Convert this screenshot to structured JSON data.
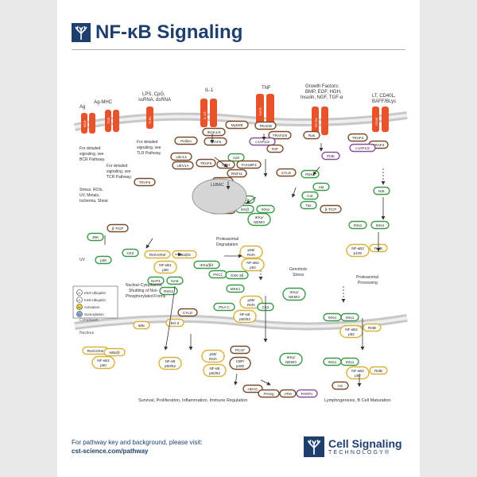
{
  "title": "NF-κB Signaling",
  "footer": {
    "note": "For pathway key and background, please visit:",
    "url": "cst-science.com/pathway"
  },
  "logo": {
    "line1": "Cell Signaling",
    "line2": "TECHNOLOGY®"
  },
  "colors": {
    "brand": "#1e3f6e",
    "receptor": "#e8532b",
    "green": "#3a9a48",
    "brown": "#7a4b2b",
    "purple": "#8c4f9c",
    "yellow": "#d9b23a",
    "blue": "#3f7dc0",
    "membrane": "#c8c8c8"
  },
  "ligands": {
    "ag": "Ag",
    "ag_mhc": "Ag-MHC",
    "lps": "LPS, CpG,",
    "lps2": "ssRNA, dsRNA",
    "il1": "IL-1",
    "tnf": "TNF",
    "growth1": "Growth Factors:",
    "growth2": "BMP, EGF, HGH,",
    "growth3": "Insulin, NGF, TGF-α",
    "lt1": "LT, CD40L,",
    "lt2": "BAFF/BLys",
    "stress1": "Stress: ROIs,",
    "stress2": "UV, Metals,",
    "stress3": "Ischemia, Shear",
    "uv": "UV"
  },
  "notes": {
    "bcr1": "For detailed",
    "bcr2": "signaling, see",
    "bcr3": "BCR Pathway.",
    "tlr1": "For detailed",
    "tlr2": "signaling, see",
    "tlr3": "TLR Pathway.",
    "tcr1": "For detailed",
    "tcr2": "signaling, see",
    "tcr3": "TCR Pathway.",
    "shuttle1": "Nuclear-Cytoplasmic",
    "shuttle2": "Shuttling of Non-",
    "shuttle3": "Phosphorylated Forms",
    "proteasomal1": "Proteasomal",
    "proteasomal2": "Degradation",
    "genotoxic1": "Genotoxic",
    "genotoxic2": "Stress",
    "processing1": "Proteasomal",
    "processing2": "Processing",
    "cytoplasm": "Cytoplasm",
    "nucleus": "Nucleus",
    "survival": "Survival, Proliferation, Inflammation, Immune Regulation",
    "lympho": "Lymphogenesis, B Cell Maturation"
  },
  "legend": {
    "k63": "K63-Ubiquitin",
    "k48": "K48-Ubiquitin",
    "activation": "Activation",
    "sumoylation": "Sumoylation",
    "ub": "Ub",
    "ac": "Ac",
    "su": "Su"
  },
  "receptors": {
    "bcr": "BCR",
    "tcr": "TCR",
    "tlr": "TLRs",
    "il1r": "IL-1R",
    "tnfr": "TNFR",
    "gfrs": "GF-Rs",
    "cd40": "CD40",
    "ltbr": "LTβR",
    "baffr": "BAFFR"
  },
  "nodes": {
    "myd88": "MyD88",
    "irak": "IRAK1/4",
    "traf6a": "TRAF6",
    "pellino": "Pellino",
    "ubc13": "Ubc13",
    "uev1a": "UEV1A",
    "traf6b": "TRAF6",
    "traf6c": "TRAF6",
    "a20": "A20",
    "itch": "ITCH",
    "tax1bp1": "TAX1BP1",
    "rnf11": "RNF11",
    "tab": "TAB1/2",
    "tak1": "TAK1",
    "lubac": "LUBAC",
    "hoil": "HOIL1",
    "hoip": "HOIP",
    "sharpin": "SHARPIN",
    "elks": "ELKS",
    "ikkb": "IKKβ",
    "ikka": "IKKα",
    "ikkg": "IKKγ/",
    "nemo": "NEMO",
    "tradd": "TRADD",
    "traf25": "TRAF2/5",
    "ciap": "c-IAP1/2",
    "rip": "RIP",
    "cyld": "CYLD",
    "ras": "Ras",
    "pi3k": "PI3K",
    "pdk1": "PDK1",
    "akt": "Akt",
    "cot": "Cot",
    "tax": "Tax",
    "traf2": "TRAF2",
    "traf3": "TRAF3",
    "ciap2": "c-IAP1/2",
    "nik": "NIK",
    "ikka_nc": "IKKα",
    "ikka_nc2": "IKKα",
    "jnk": "JNK",
    "btrcp": "β-TrCP",
    "btrcp2": "β-TrCP",
    "p38": "p38",
    "ck2": "CK2",
    "ck2b": "CK2",
    "relac": "RelA/cRel",
    "ikbab": "IκBα/β/ε",
    "nfkb1": "NF-κB1",
    "p50": "p50",
    "p65": "p65/",
    "rela": "RelA",
    "nfkb2": "NF-κB2",
    "p52": "p52",
    "nap1": "NAP1",
    "nak": "NAK",
    "rsk1": "RSK1",
    "ikkab": "IKKα/β/ε",
    "pkcz": "PKCζ",
    "gsk": "GSK-3β",
    "msk1": "MSK1",
    "pkac": "PKA C",
    "nfkb": "NF-κB",
    "p5052": "p50/52",
    "bcl3": "Bcl-3",
    "ikbe": "IκBε",
    "cyld2": "CYLD",
    "nfkb2nc": "NF-κB2",
    "p100": "p100",
    "relb": "RelB",
    "ikka3": "IKKα",
    "ikka4": "IKKα",
    "nfkb2b": "NF-κB2",
    "p52b": "p52",
    "relb2": "RelB",
    "ikka5": "IKKα",
    "ikka6": "IKKα",
    "h3": "H3",
    "nfkb2c": "NF-κB2",
    "p52c": "p52",
    "relb3": "RelB",
    "relac2": "RelA/cRel",
    "ikba2": "IκBα/β",
    "nfkb1b": "NF-κB1",
    "p50b": "p50",
    "nfkbn": "NF-κB",
    "p5052n": "p50/52",
    "p65n": "p65/",
    "relan": "RelA",
    "nfkbn2": "NF-κB",
    "p5052n2": "p50/52",
    "pcaf": "PCAF",
    "cbp": "CBP/",
    "p300": "p300",
    "hdac": "HDAC",
    "ikkgn": "IKKγ/",
    "nemon": "NEMO",
    "piasg": "PIASg",
    "atm": "ATM",
    "parp1": "PARP1",
    "ikkgc": "IKKγ/",
    "nemoc": "NEMO"
  }
}
